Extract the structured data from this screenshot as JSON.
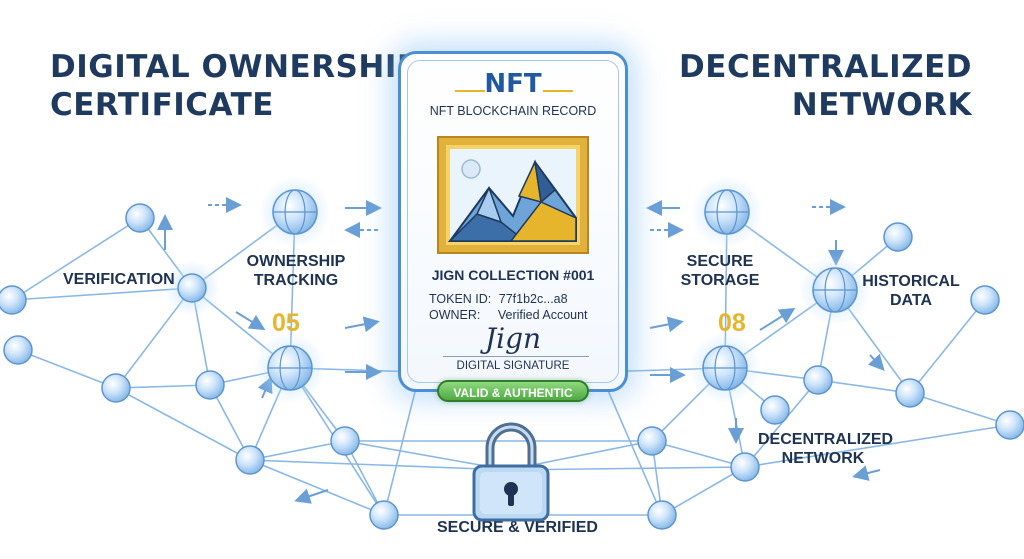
{
  "titles": {
    "left_line1": "DIGITAL OWNERSHIP",
    "left_line2": "CERTIFICATE",
    "right_line1": "DECENTRALIZED",
    "right_line2": "NETWORK"
  },
  "card": {
    "heading": "NFT",
    "subheading": "NFT BLOCKCHAIN RECORD",
    "collection": "JIGN COLLECTION #001",
    "token_id_label": "TOKEN ID:",
    "token_id_value": "77f1b2c...a8",
    "owner_label": "OWNER:",
    "owner_value": "Verified Account",
    "signature_script": "Jign",
    "signature_label": "DIGITAL SIGNATURE",
    "status_badge": "VALID & AUTHENTIC"
  },
  "labels": {
    "verification": "VERIFICATION",
    "ownership_tracking_1": "OWNERSHIP",
    "ownership_tracking_2": "TRACKING",
    "secure_storage_1": "SECURE",
    "secure_storage_2": "STORAGE",
    "historical_data_1": "HISTORICAL",
    "historical_data_2": "DATA",
    "decentralized_network_1": "DECENTRALIZED",
    "decentralized_network_2": "NETWORK",
    "secure_verified": "SECURE & VERIFIED"
  },
  "numbers": {
    "left": "05",
    "right": "08"
  },
  "colors": {
    "title": "#1e3a5f",
    "accent_gold": "#e6b52c",
    "network_line": "#8ab8e6",
    "card_border": "#4a8fd4",
    "badge_green": "#4faa43"
  },
  "icons": [
    "globe-node-icon",
    "padlock-icon",
    "mountain-artwork-icon",
    "arrow-icon"
  ]
}
